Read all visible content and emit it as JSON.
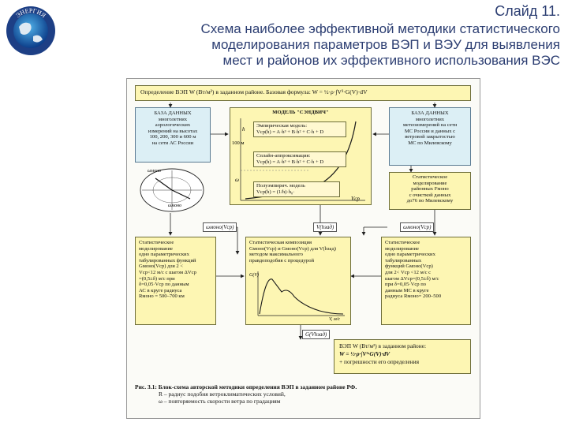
{
  "header": {
    "slide_number": "Слайд 11.",
    "title_lines": [
      "Схема наиболее эффективной методики статистического",
      "моделирования параметров ВЭП и ВЭУ для выявления",
      "мест и районов их эффективного использования ВЭС"
    ]
  },
  "logo": {
    "icon": "globe-icon",
    "text": "ЭНЕРГИЯ"
  },
  "diagram": {
    "top_box": "Определение ВЭП W (Вт/м²) в заданном районе. Базовая формула: W = ½·ρ·∫V³·G(V)·dV",
    "db_left": [
      "БАЗА ДАННЫХ",
      "многолетних",
      "аэрологических",
      "измерений на высотах",
      "100, 200, 300 и 600 м",
      "на сети АС России"
    ],
    "model_title": "МОДЕЛЬ \"СЭНДВИЧ\"",
    "model_h": "h",
    "model_100m": "100 м",
    "model_empirical": [
      "Эмпирическая модель:",
      "Vcp(h) = A·h³ + B·h² + C·h + D"
    ],
    "model_spline": [
      "Сплайн-аппроксимация:",
      "Vcp(h) = A·h³ + B·h² + C·h + D"
    ],
    "model_power": [
      "Полуэмпирич. модель",
      "Vcp(h) = (1/h)·h₀·"
    ],
    "model_vcp": "Vcp",
    "model_omega": "ω",
    "db_right": [
      "БАЗА ДАННЫХ",
      "многолетних",
      "метеоизмерений на сети",
      "МС России и данных с",
      "ветровой закрытостью",
      "МС по Милевскому"
    ],
    "rose_labels": [
      "ωмоно",
      "ωмоно"
    ],
    "stat_modeling_right": [
      "Статистическое",
      "моделирование",
      "районных Fмоно",
      "с очисткой данных",
      "до76 по Милевскому"
    ],
    "label_left": "ωмоно(Vcp)",
    "label_mid": "V(hзад)",
    "label_right": "ωмоно(Vcp)",
    "box_left": [
      "Статистическое",
      "моделирование",
      "одно параметрических",
      "табулированных функций",
      "Gмоно(Vcp) для 2 <",
      "Vcp<12 м/с с шагом ΔVcp",
      "=(0,5±δ) м/с при",
      "δ=0,05·Vcp по данным",
      "АС в круге радиуса",
      "Rмоно = 500–700 км"
    ],
    "box_mid": [
      "Статистическая композиция",
      "Gмоно(Vcp) и Gмоно(Vcp) для V(hзад)",
      "методом максимального",
      "правдоподобия с процедурой"
    ],
    "box_mid_g": "G(V)",
    "box_mid_v": "V, м/с",
    "box_right": [
      "Статистическое",
      "моделирование",
      "одно параметрических",
      "табулированных",
      "функций Gмоно(Vcp)",
      "для 2< Vcp <12 м/с с",
      "шагом ΔVcp=(0,5±δ) м/с",
      "при δ=0,05·Vcp по",
      "данным МС в круге",
      "радиуса Rмоно= 200–500"
    ],
    "label_bottom": "G(Vhзад)",
    "result_box": [
      "ВЭП W (Вт/м²) в заданном районе:",
      "W = ½·ρ·∫V³·G(V)·dV",
      "+ погрешности его определения"
    ],
    "caption": [
      "Рис. 3.1: Блок-схема авторской методики определения ВЭП в заданном районе РФ.",
      "R – радиус подобия ветроклиматических условий,",
      "ω – повторяемость скорости ветра по градациям"
    ]
  },
  "colors": {
    "title": "#2c3e72",
    "box_yellow": "#fdf6b3",
    "box_blue": "#dceff5"
  }
}
